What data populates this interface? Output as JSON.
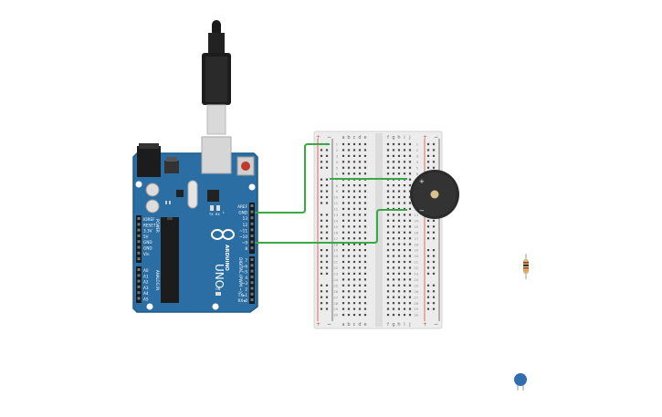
{
  "arduino": {
    "brand": "ARDUINO",
    "model": "UNO",
    "power_pins": [
      "IOREF",
      "RESET",
      "3.3V",
      "5V",
      "GND",
      "GND",
      "Vin"
    ],
    "analog_pins": [
      "A0",
      "A1",
      "A2",
      "A3",
      "A4",
      "A5"
    ],
    "digital_top": [
      "AREF",
      "GND",
      "13",
      "12",
      "~11",
      "~10",
      "~9",
      "8"
    ],
    "digital_bottom": [
      "7",
      "~6",
      "~5",
      "4",
      "~3",
      "2",
      "TX▸1",
      "RX◂0"
    ],
    "digital_label": "DIGITAL (PWM ~)",
    "power_label": "POWER",
    "analog_label": "ANALOG IN",
    "leds": [
      "TX",
      "RX"
    ],
    "on_label": "ON",
    "l_label": "L"
  },
  "breadboard": {
    "left_cols": [
      "a",
      "b",
      "c",
      "d",
      "e"
    ],
    "right_cols": [
      "f",
      "g",
      "h",
      "i",
      "j"
    ],
    "plus": "+",
    "minus": "−",
    "rows": 30
  },
  "buzzer": {
    "plus": "+",
    "minus": "−"
  },
  "colors": {
    "board": "#2b6ea3",
    "board_edge": "#1e5a8a",
    "wire": "#3aa845",
    "breadboard": "#ececec",
    "rail_red": "#d94a4a",
    "rail_dark": "#555555",
    "buzzer": "#2b2b2b",
    "capacitor": "#2f6fb0"
  }
}
